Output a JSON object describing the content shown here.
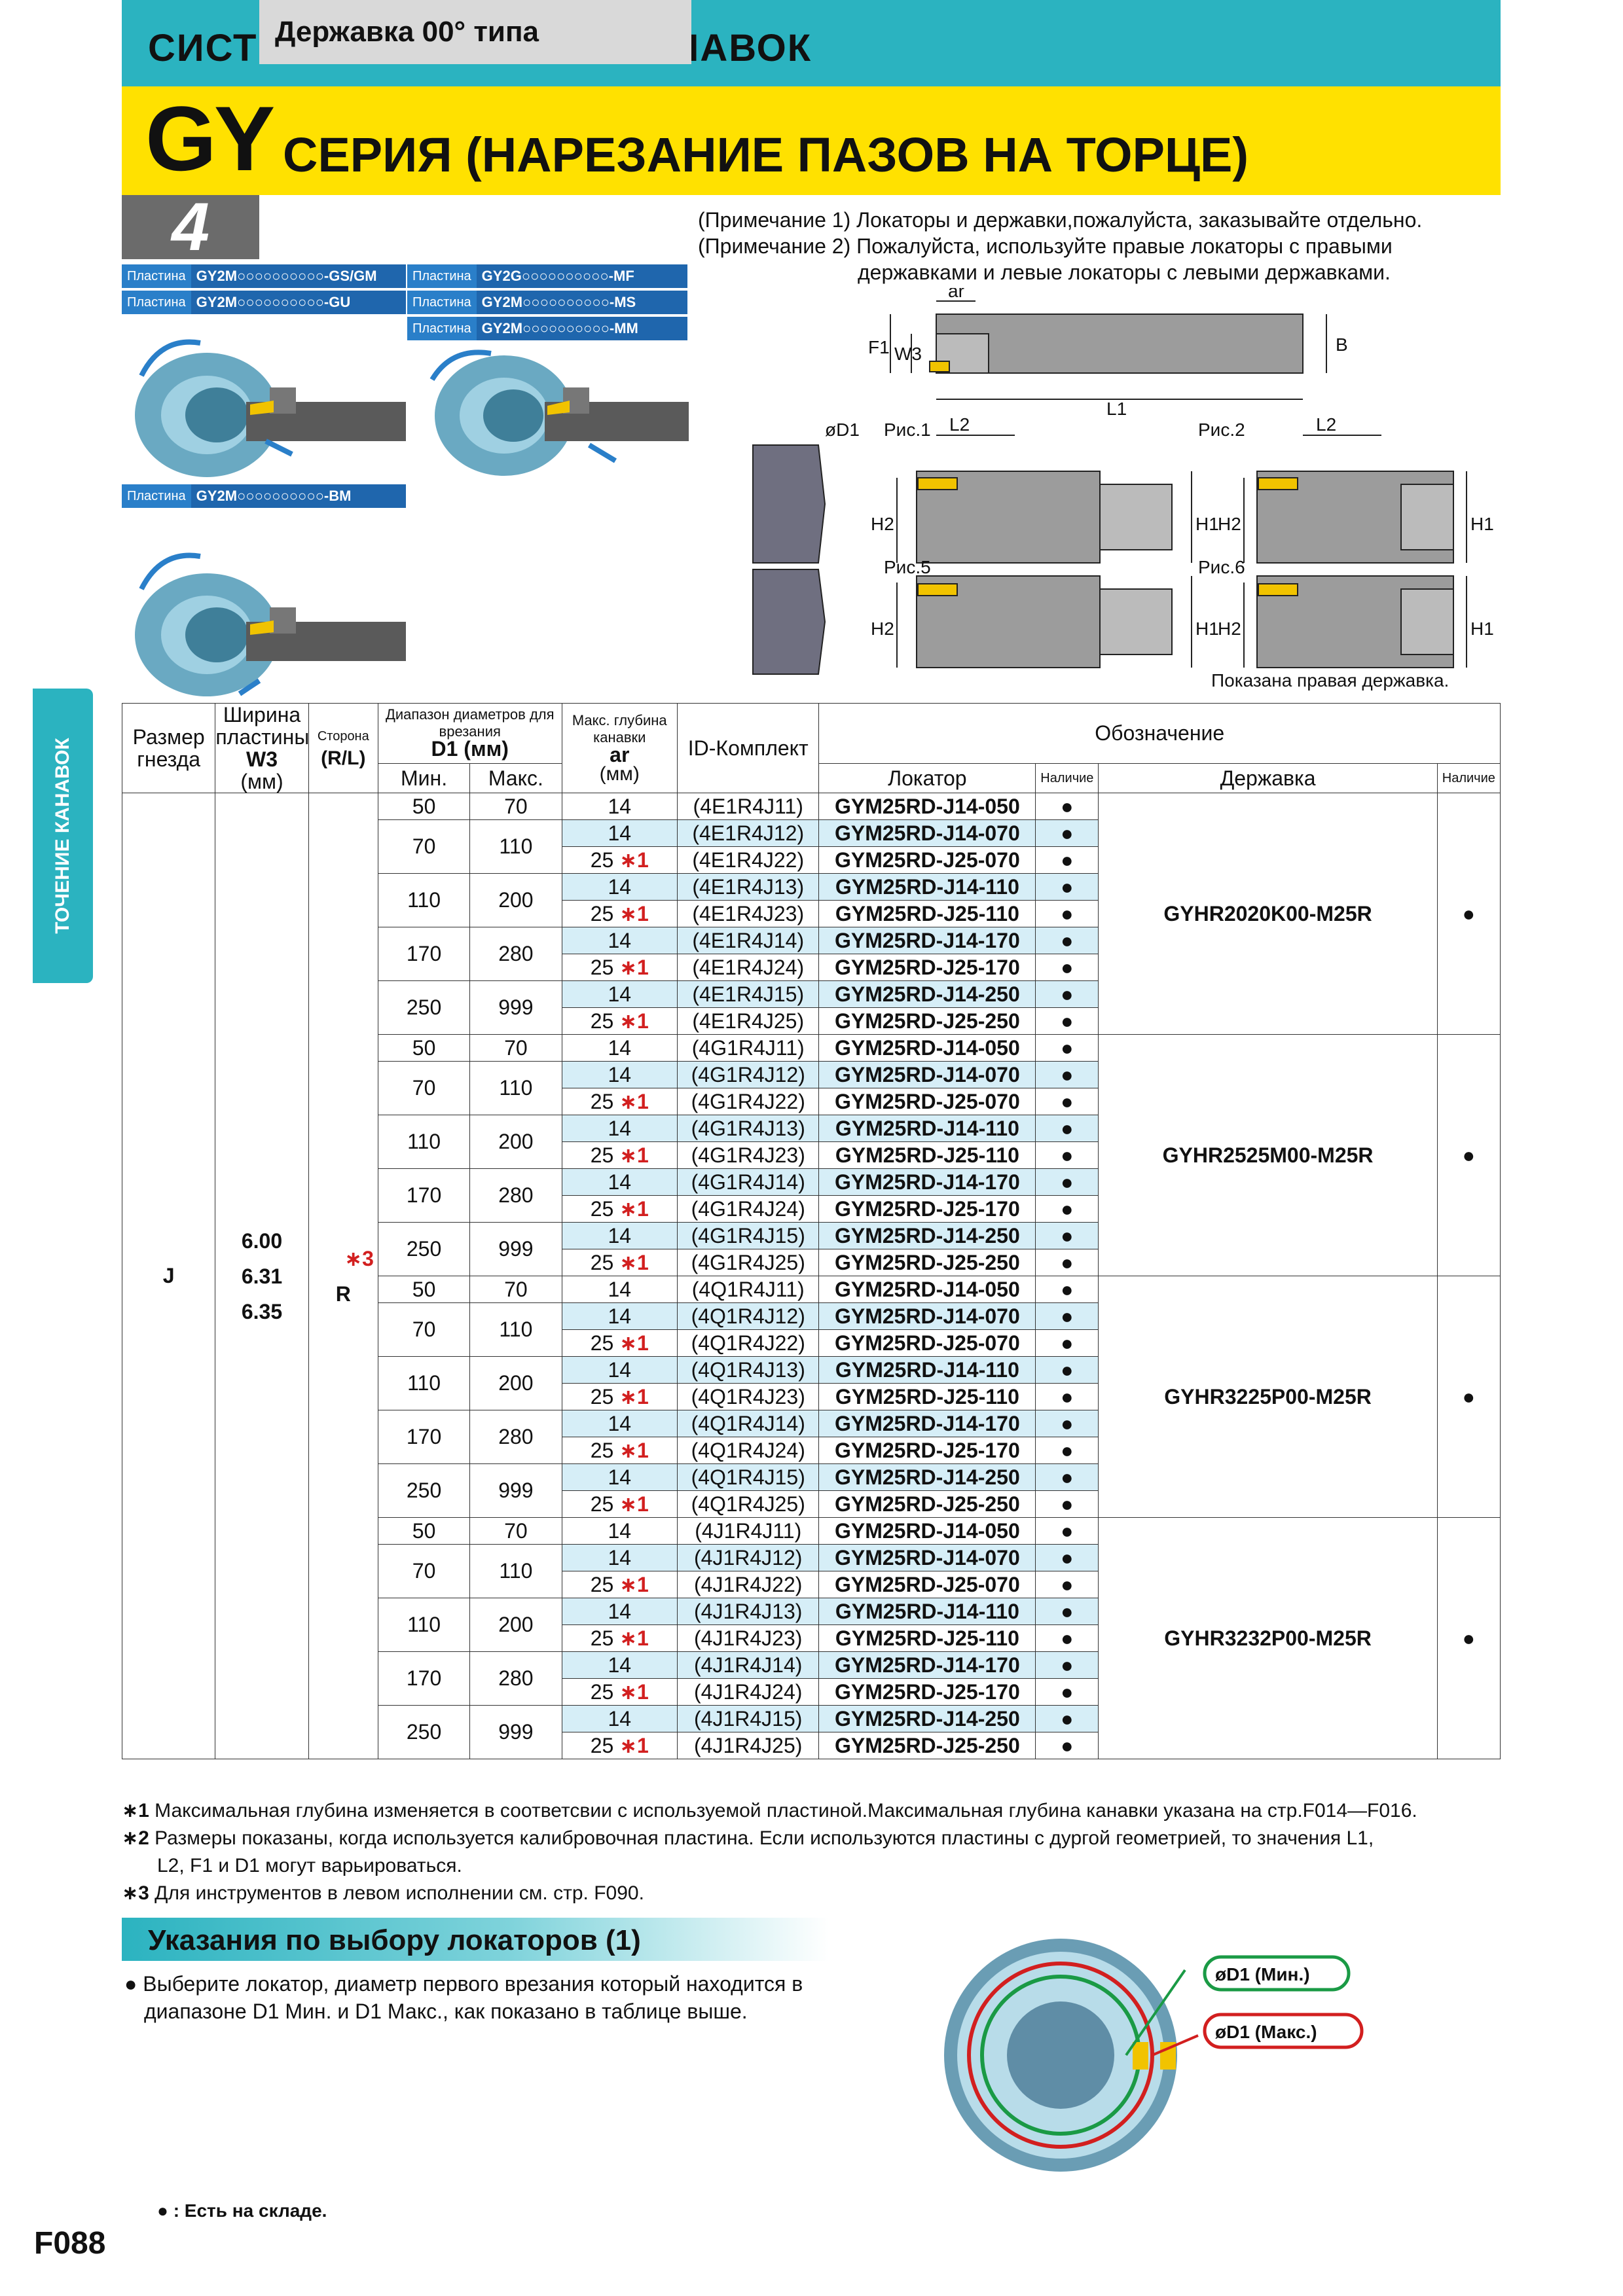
{
  "header": {
    "top_title": "СИСТЕМА ОБРАБОТКИ КАНАВОК",
    "series_code": "GY",
    "series_title": "СЕРИЯ (НАРЕЗАНИЕ ПАЗОВ НА ТОРЦЕ)"
  },
  "type": {
    "number": "4",
    "label": "Державка 00° типа"
  },
  "insert_tags": [
    {
      "key": "Пластина",
      "value": "GY2M○○○○○○○○○○-GS/GM"
    },
    {
      "key": "Пластина",
      "value": "GY2M○○○○○○○○○○-GU"
    },
    {
      "key": "Пластина",
      "value": "GY2G○○○○○○○○○○-MF"
    },
    {
      "key": "Пластина",
      "value": "GY2M○○○○○○○○○○-MS"
    },
    {
      "key": "Пластина",
      "value": "GY2M○○○○○○○○○○-MM"
    },
    {
      "key": "Пластина",
      "value": "GY2M○○○○○○○○○○-BM"
    }
  ],
  "notes_top": {
    "n1": "(Примечание 1) Локаторы и державки,пожалуйста, заказывайте отдельно.",
    "n2a": "(Примечание 2) Пожалуйста, используйте правые локаторы с правыми",
    "n2b": "державками и левые локаторы с левыми державками."
  },
  "diagram": {
    "ar": "ar",
    "F1": "F1",
    "W3": "W3",
    "B": "B",
    "L1": "L1",
    "L2": "L2",
    "H1": "H1",
    "H2": "H2",
    "D1": "øD1",
    "fig1": "Рис.1",
    "fig2": "Рис.2",
    "fig5": "Рис.5",
    "fig6": "Рис.6",
    "caption": "Показана правая державка."
  },
  "side_tab": "ТОЧЕНИЕ КАНАВОК",
  "table": {
    "headers": {
      "size": "Размер гнезда",
      "width": "Ширина пластины",
      "width_sym": "W3",
      "width_unit": "(мм)",
      "side": "Сторона",
      "side_sub": "(R/L)",
      "range": "Диапазон диаметров для врезания",
      "range_sym": "D1 (мм)",
      "min": "Мин.",
      "max": "Макс.",
      "depth": "Макс. глубина канавки",
      "depth_sym": "ar",
      "depth_unit": "(мм)",
      "idkit": "ID-Комплект",
      "designation": "Обозначение",
      "locator": "Локатор",
      "avail": "Наличие",
      "holder": "Державка",
      "avail2": "Наличие"
    },
    "size_value": "J",
    "widths": [
      "6.00",
      "6.31",
      "6.35"
    ],
    "side_value": "R",
    "side_mark": "∗3",
    "dot": "●",
    "star": "∗1",
    "groups": [
      {
        "holder": "GYHR2020K00-M25R",
        "rows": [
          {
            "min": "50",
            "max": "70",
            "ar": "14",
            "id": "(4E1R4J11)",
            "loc": "GYM25RD-J14-050"
          },
          {
            "min": "70",
            "max": "110",
            "ar": "14",
            "id": "(4E1R4J12)",
            "loc": "GYM25RD-J14-070"
          },
          {
            "min": "",
            "max": "",
            "ar": "25",
            "id": "(4E1R4J22)",
            "loc": "GYM25RD-J25-070"
          },
          {
            "min": "110",
            "max": "200",
            "ar": "14",
            "id": "(4E1R4J13)",
            "loc": "GYM25RD-J14-110"
          },
          {
            "min": "",
            "max": "",
            "ar": "25",
            "id": "(4E1R4J23)",
            "loc": "GYM25RD-J25-110"
          },
          {
            "min": "170",
            "max": "280",
            "ar": "14",
            "id": "(4E1R4J14)",
            "loc": "GYM25RD-J14-170"
          },
          {
            "min": "",
            "max": "",
            "ar": "25",
            "id": "(4E1R4J24)",
            "loc": "GYM25RD-J25-170"
          },
          {
            "min": "250",
            "max": "999",
            "ar": "14",
            "id": "(4E1R4J15)",
            "loc": "GYM25RD-J14-250"
          },
          {
            "min": "",
            "max": "",
            "ar": "25",
            "id": "(4E1R4J25)",
            "loc": "GYM25RD-J25-250"
          }
        ]
      },
      {
        "holder": "GYHR2525M00-M25R",
        "rows": [
          {
            "min": "50",
            "max": "70",
            "ar": "14",
            "id": "(4G1R4J11)",
            "loc": "GYM25RD-J14-050"
          },
          {
            "min": "70",
            "max": "110",
            "ar": "14",
            "id": "(4G1R4J12)",
            "loc": "GYM25RD-J14-070"
          },
          {
            "min": "",
            "max": "",
            "ar": "25",
            "id": "(4G1R4J22)",
            "loc": "GYM25RD-J25-070"
          },
          {
            "min": "110",
            "max": "200",
            "ar": "14",
            "id": "(4G1R4J13)",
            "loc": "GYM25RD-J14-110"
          },
          {
            "min": "",
            "max": "",
            "ar": "25",
            "id": "(4G1R4J23)",
            "loc": "GYM25RD-J25-110"
          },
          {
            "min": "170",
            "max": "280",
            "ar": "14",
            "id": "(4G1R4J14)",
            "loc": "GYM25RD-J14-170"
          },
          {
            "min": "",
            "max": "",
            "ar": "25",
            "id": "(4G1R4J24)",
            "loc": "GYM25RD-J25-170"
          },
          {
            "min": "250",
            "max": "999",
            "ar": "14",
            "id": "(4G1R4J15)",
            "loc": "GYM25RD-J14-250"
          },
          {
            "min": "",
            "max": "",
            "ar": "25",
            "id": "(4G1R4J25)",
            "loc": "GYM25RD-J25-250"
          }
        ]
      },
      {
        "holder": "GYHR3225P00-M25R",
        "rows": [
          {
            "min": "50",
            "max": "70",
            "ar": "14",
            "id": "(4Q1R4J11)",
            "loc": "GYM25RD-J14-050"
          },
          {
            "min": "70",
            "max": "110",
            "ar": "14",
            "id": "(4Q1R4J12)",
            "loc": "GYM25RD-J14-070"
          },
          {
            "min": "",
            "max": "",
            "ar": "25",
            "id": "(4Q1R4J22)",
            "loc": "GYM25RD-J25-070"
          },
          {
            "min": "110",
            "max": "200",
            "ar": "14",
            "id": "(4Q1R4J13)",
            "loc": "GYM25RD-J14-110"
          },
          {
            "min": "",
            "max": "",
            "ar": "25",
            "id": "(4Q1R4J23)",
            "loc": "GYM25RD-J25-110"
          },
          {
            "min": "170",
            "max": "280",
            "ar": "14",
            "id": "(4Q1R4J14)",
            "loc": "GYM25RD-J14-170"
          },
          {
            "min": "",
            "max": "",
            "ar": "25",
            "id": "(4Q1R4J24)",
            "loc": "GYM25RD-J25-170"
          },
          {
            "min": "250",
            "max": "999",
            "ar": "14",
            "id": "(4Q1R4J15)",
            "loc": "GYM25RD-J14-250"
          },
          {
            "min": "",
            "max": "",
            "ar": "25",
            "id": "(4Q1R4J25)",
            "loc": "GYM25RD-J25-250"
          }
        ]
      },
      {
        "holder": "GYHR3232P00-M25R",
        "rows": [
          {
            "min": "50",
            "max": "70",
            "ar": "14",
            "id": "(4J1R4J11)",
            "loc": "GYM25RD-J14-050"
          },
          {
            "min": "70",
            "max": "110",
            "ar": "14",
            "id": "(4J1R4J12)",
            "loc": "GYM25RD-J14-070"
          },
          {
            "min": "",
            "max": "",
            "ar": "25",
            "id": "(4J1R4J22)",
            "loc": "GYM25RD-J25-070"
          },
          {
            "min": "110",
            "max": "200",
            "ar": "14",
            "id": "(4J1R4J13)",
            "loc": "GYM25RD-J14-110"
          },
          {
            "min": "",
            "max": "",
            "ar": "25",
            "id": "(4J1R4J23)",
            "loc": "GYM25RD-J25-110"
          },
          {
            "min": "170",
            "max": "280",
            "ar": "14",
            "id": "(4J1R4J14)",
            "loc": "GYM25RD-J14-170"
          },
          {
            "min": "",
            "max": "",
            "ar": "25",
            "id": "(4J1R4J24)",
            "loc": "GYM25RD-J25-170"
          },
          {
            "min": "250",
            "max": "999",
            "ar": "14",
            "id": "(4J1R4J15)",
            "loc": "GYM25RD-J14-250"
          },
          {
            "min": "",
            "max": "",
            "ar": "25",
            "id": "(4J1R4J25)",
            "loc": "GYM25RD-J25-250"
          }
        ]
      }
    ]
  },
  "footnotes": {
    "f1_mark": "∗1",
    "f1": "Максимальная глубина изменяется в соответсвии с используемой пластиной.Максимальная глубина канавки указана на стр.F014—F016.",
    "f2_mark": "∗2",
    "f2a": "Размеры показаны, когда используется калибровочная пластина. Если используются пластины с дургой геометрией, то значения L1,",
    "f2b": "L2, F1 и D1 могут варьироваться.",
    "f3_mark": "∗3",
    "f3": "Для инструментов в левом исполнении см. стр. F090."
  },
  "selection": {
    "title": "Указания по выбору локаторов (1)",
    "bullet": "●",
    "text_a": "Выберите локатор, диаметр первого врезания который находится в",
    "text_b": "диапазоне D1 Мин. и D1 Макс., как показано в таблице выше.",
    "label_min": "øD1 (Мин.)",
    "label_max": "øD1 (Макс.)"
  },
  "legend_stock": "● : Есть на складе.",
  "page_number": "F088",
  "colors": {
    "cyan": "#2bb3c0",
    "yellow": "#ffe100",
    "tag_blue": "#2a7fc9",
    "row_blue": "#d6eef7",
    "green": "#1a9a45",
    "red": "#d21f1f"
  }
}
